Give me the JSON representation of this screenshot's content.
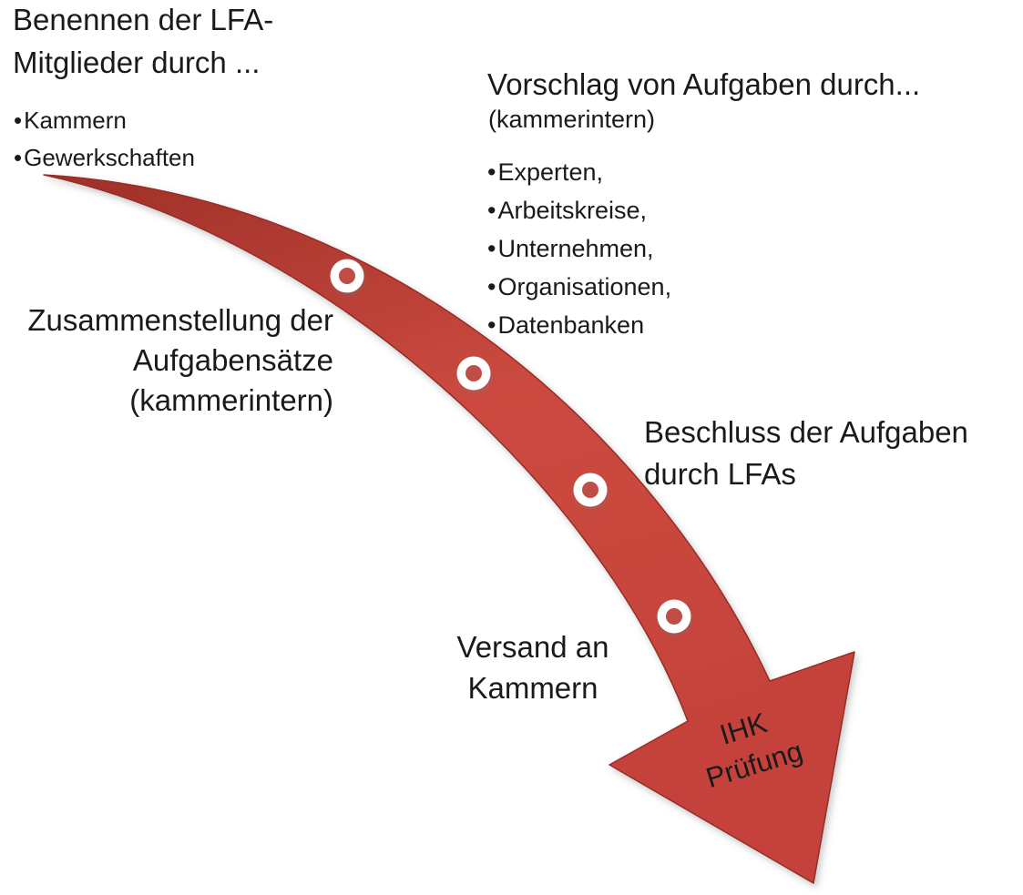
{
  "ui": {
    "bullet": "•"
  },
  "colors": {
    "arrow_main": "#c4423a",
    "arrow_dark": "#9e3028",
    "arrow_light": "#cc4a40",
    "arrow_stroke": "#952d26",
    "dot_ring": "#ffffff",
    "dot_center": "#c14d47",
    "text_color": "#1a1a1a",
    "background": "#ffffff"
  },
  "steps": {
    "naming": {
      "line1": "Benennen der LFA-",
      "line2": "Mitglieder durch ...",
      "bullets": [
        "Kammern",
        "Gewerkschaften"
      ]
    },
    "proposal": {
      "title": "Vorschlag von Aufgaben durch...",
      "subtitle": "(kammerintern)",
      "bullets": [
        "Experten,",
        "Arbeitskreise,",
        "Unternehmen,",
        "Organisationen,",
        "Datenbanken"
      ]
    },
    "compilation": {
      "line1": "Zusammenstellung der",
      "line2": "Aufgabensätze",
      "line3": "(kammerintern)"
    },
    "decision": {
      "line1": "Beschluss der Aufgaben",
      "line2": "durch LFAs"
    },
    "dispatch": {
      "line1": "Versand an",
      "line2": "Kammern"
    },
    "exam": {
      "line1": "IHK",
      "line2": "Prüfung"
    }
  }
}
